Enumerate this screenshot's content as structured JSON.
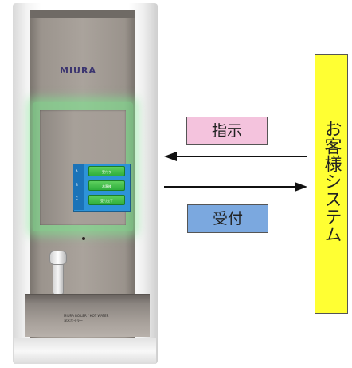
{
  "machine": {
    "logo_text": "MIURA",
    "screen": {
      "side_labels": [
        "A",
        "B",
        "C"
      ],
      "buttons": [
        "受付り",
        "お客様",
        "受付完了"
      ]
    },
    "plate_line1": "MIURA BOILER / HOT WATER",
    "plate_line2": "温水ボイラー"
  },
  "labels": {
    "instruction": "指示",
    "reception": "受付"
  },
  "customer_system": {
    "label": "お客様システム"
  },
  "colors": {
    "instruction_bg": "#f4c3dd",
    "reception_bg": "#7ba8df",
    "customer_bg": "#ffff33",
    "glow": "#78eb8c",
    "screen": "#2d93d8"
  },
  "icons": {
    "arrow_left": "arrow-left-icon",
    "arrow_right": "arrow-right-icon"
  }
}
